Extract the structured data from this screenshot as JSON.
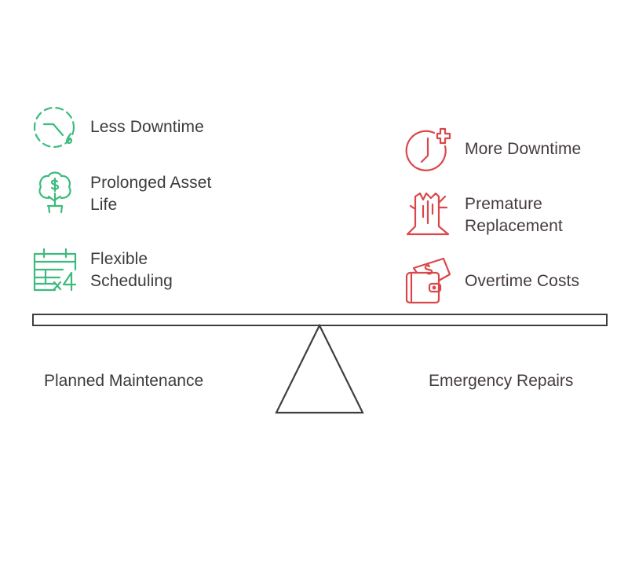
{
  "diagram": {
    "type": "balance-scale comparison",
    "colors": {
      "left_accent": "#3dbb7e",
      "right_accent": "#d9474a",
      "text": "#3b3b3b",
      "beam": "#3e3e3e"
    },
    "left": {
      "title": "Planned Maintenance",
      "items": [
        {
          "label_line1": "Less Downtime",
          "label_line2": "",
          "icon": "dashed-clock-icon"
        },
        {
          "label_line1": "Prolonged Asset",
          "label_line2": "Life",
          "icon": "money-tree-icon"
        },
        {
          "label_line1": "Flexible",
          "label_line2": "Scheduling",
          "icon": "calendar-x4-icon"
        }
      ]
    },
    "right": {
      "title": "Emergency Repairs",
      "items": [
        {
          "label_line1": "More Downtime",
          "label_line2": "",
          "icon": "clock-plus-icon"
        },
        {
          "label_line1": "Premature",
          "label_line2": "Replacement",
          "icon": "tree-stump-icon"
        },
        {
          "label_line1": "Overtime Costs",
          "label_line2": "",
          "icon": "wallet-money-icon"
        }
      ]
    }
  }
}
